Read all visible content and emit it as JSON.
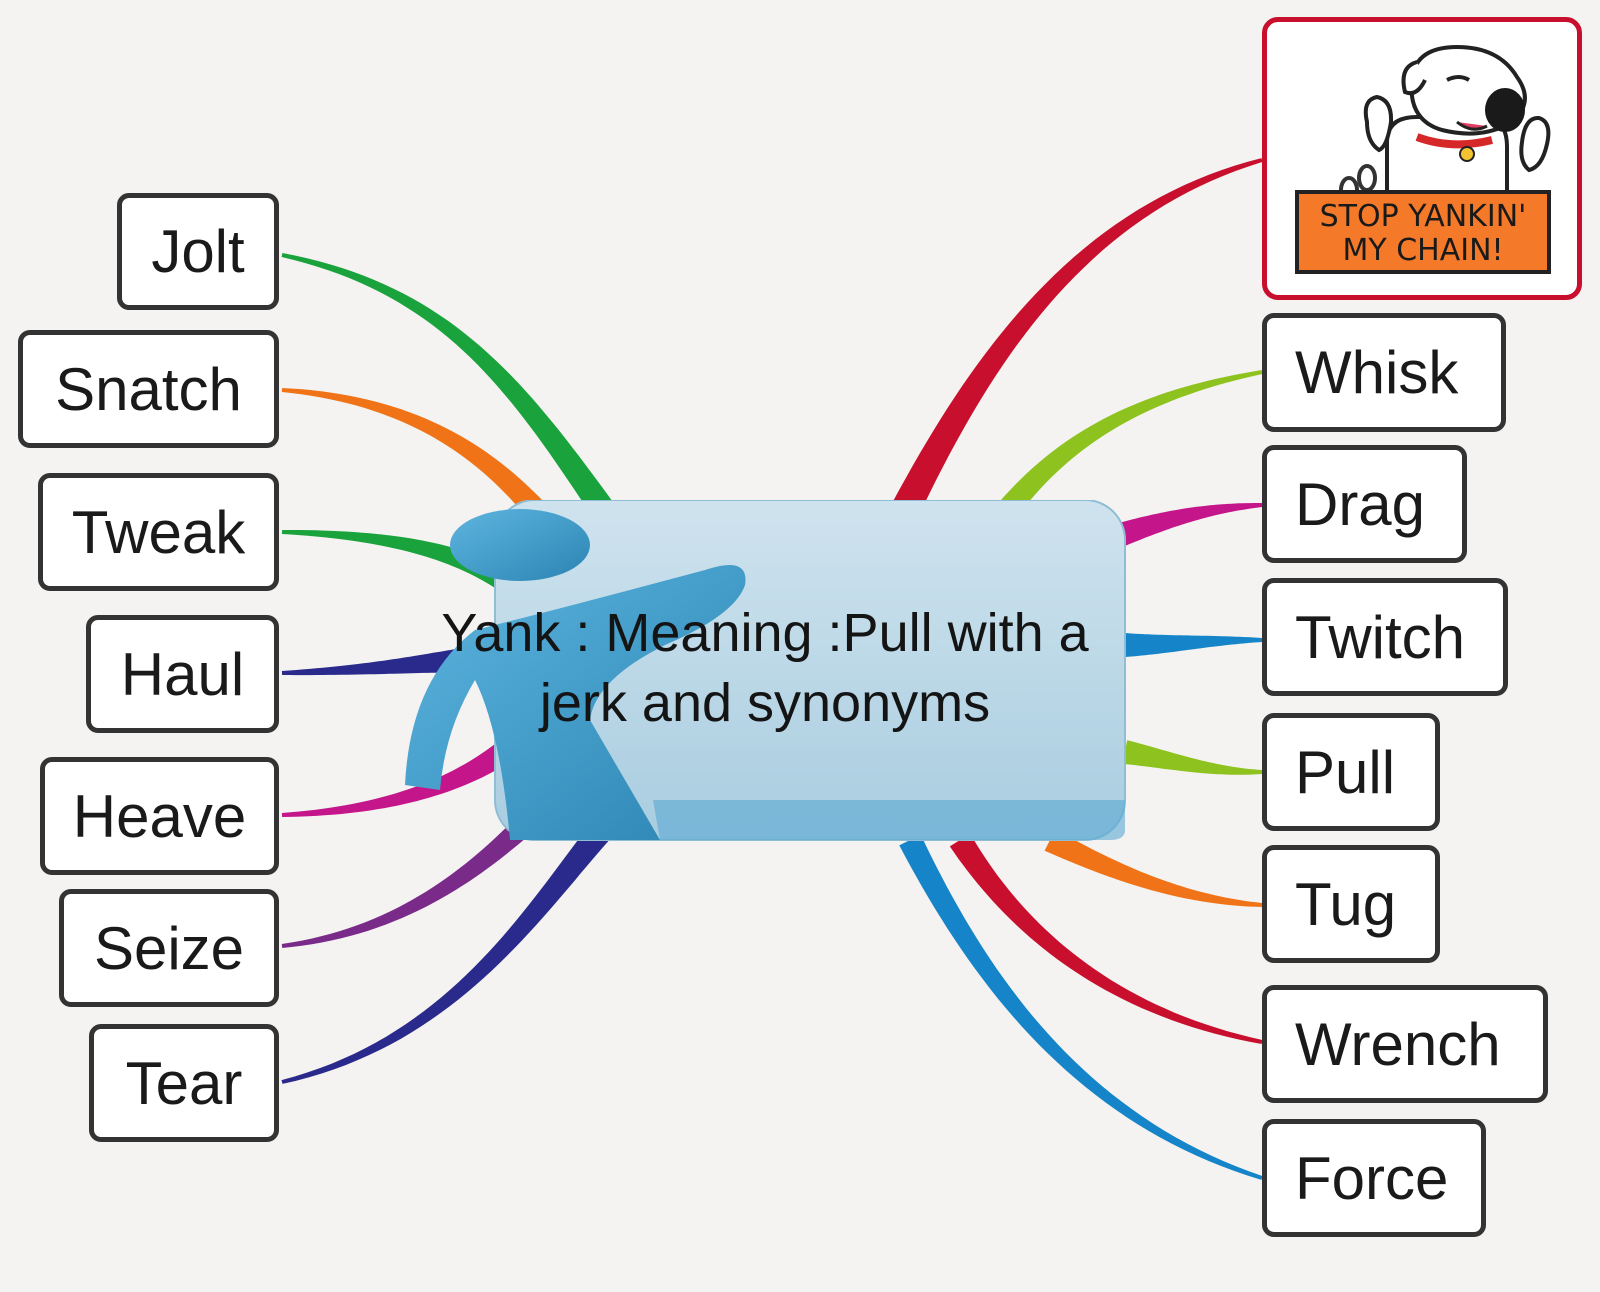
{
  "central": {
    "title": "Yank : Meaning :Pull with a jerk and synonyms"
  },
  "colors": {
    "green": "#1aa33c",
    "orange": "#f07417",
    "navy": "#2a2a8c",
    "magenta": "#c4168a",
    "purple": "#7a2b8a",
    "crimson": "#c8102e",
    "lime": "#8dc21f",
    "blue": "#1584c8",
    "figure": "#3d9ccb",
    "card": "#b8d7e6"
  },
  "synonyms_left": [
    {
      "label": "Jolt",
      "color": "#1aa33c"
    },
    {
      "label": "Snatch",
      "color": "#f07417"
    },
    {
      "label": "Tweak",
      "color": "#1aa33c"
    },
    {
      "label": "Haul",
      "color": "#2a2a8c"
    },
    {
      "label": "Heave",
      "color": "#c4168a"
    },
    {
      "label": "Seize",
      "color": "#7a2b8a"
    },
    {
      "label": "Tear",
      "color": "#2a2a8c"
    }
  ],
  "synonyms_right": [
    {
      "label": "Whisk",
      "color": "#8dc21f"
    },
    {
      "label": "Drag",
      "color": "#c4168a"
    },
    {
      "label": "Twitch",
      "color": "#1584c8"
    },
    {
      "label": "Pull",
      "color": "#8dc21f"
    },
    {
      "label": "Tug",
      "color": "#f07417"
    },
    {
      "label": "Wrench",
      "color": "#c8102e"
    },
    {
      "label": "Force",
      "color": "#1584c8"
    }
  ],
  "image_node": {
    "icon": "cartoon-dog-icon",
    "sign_line1": "STOP YANKIN'",
    "sign_line2": "MY CHAIN!",
    "border_color": "#c8102e",
    "sign_color": "#f47a2a"
  }
}
